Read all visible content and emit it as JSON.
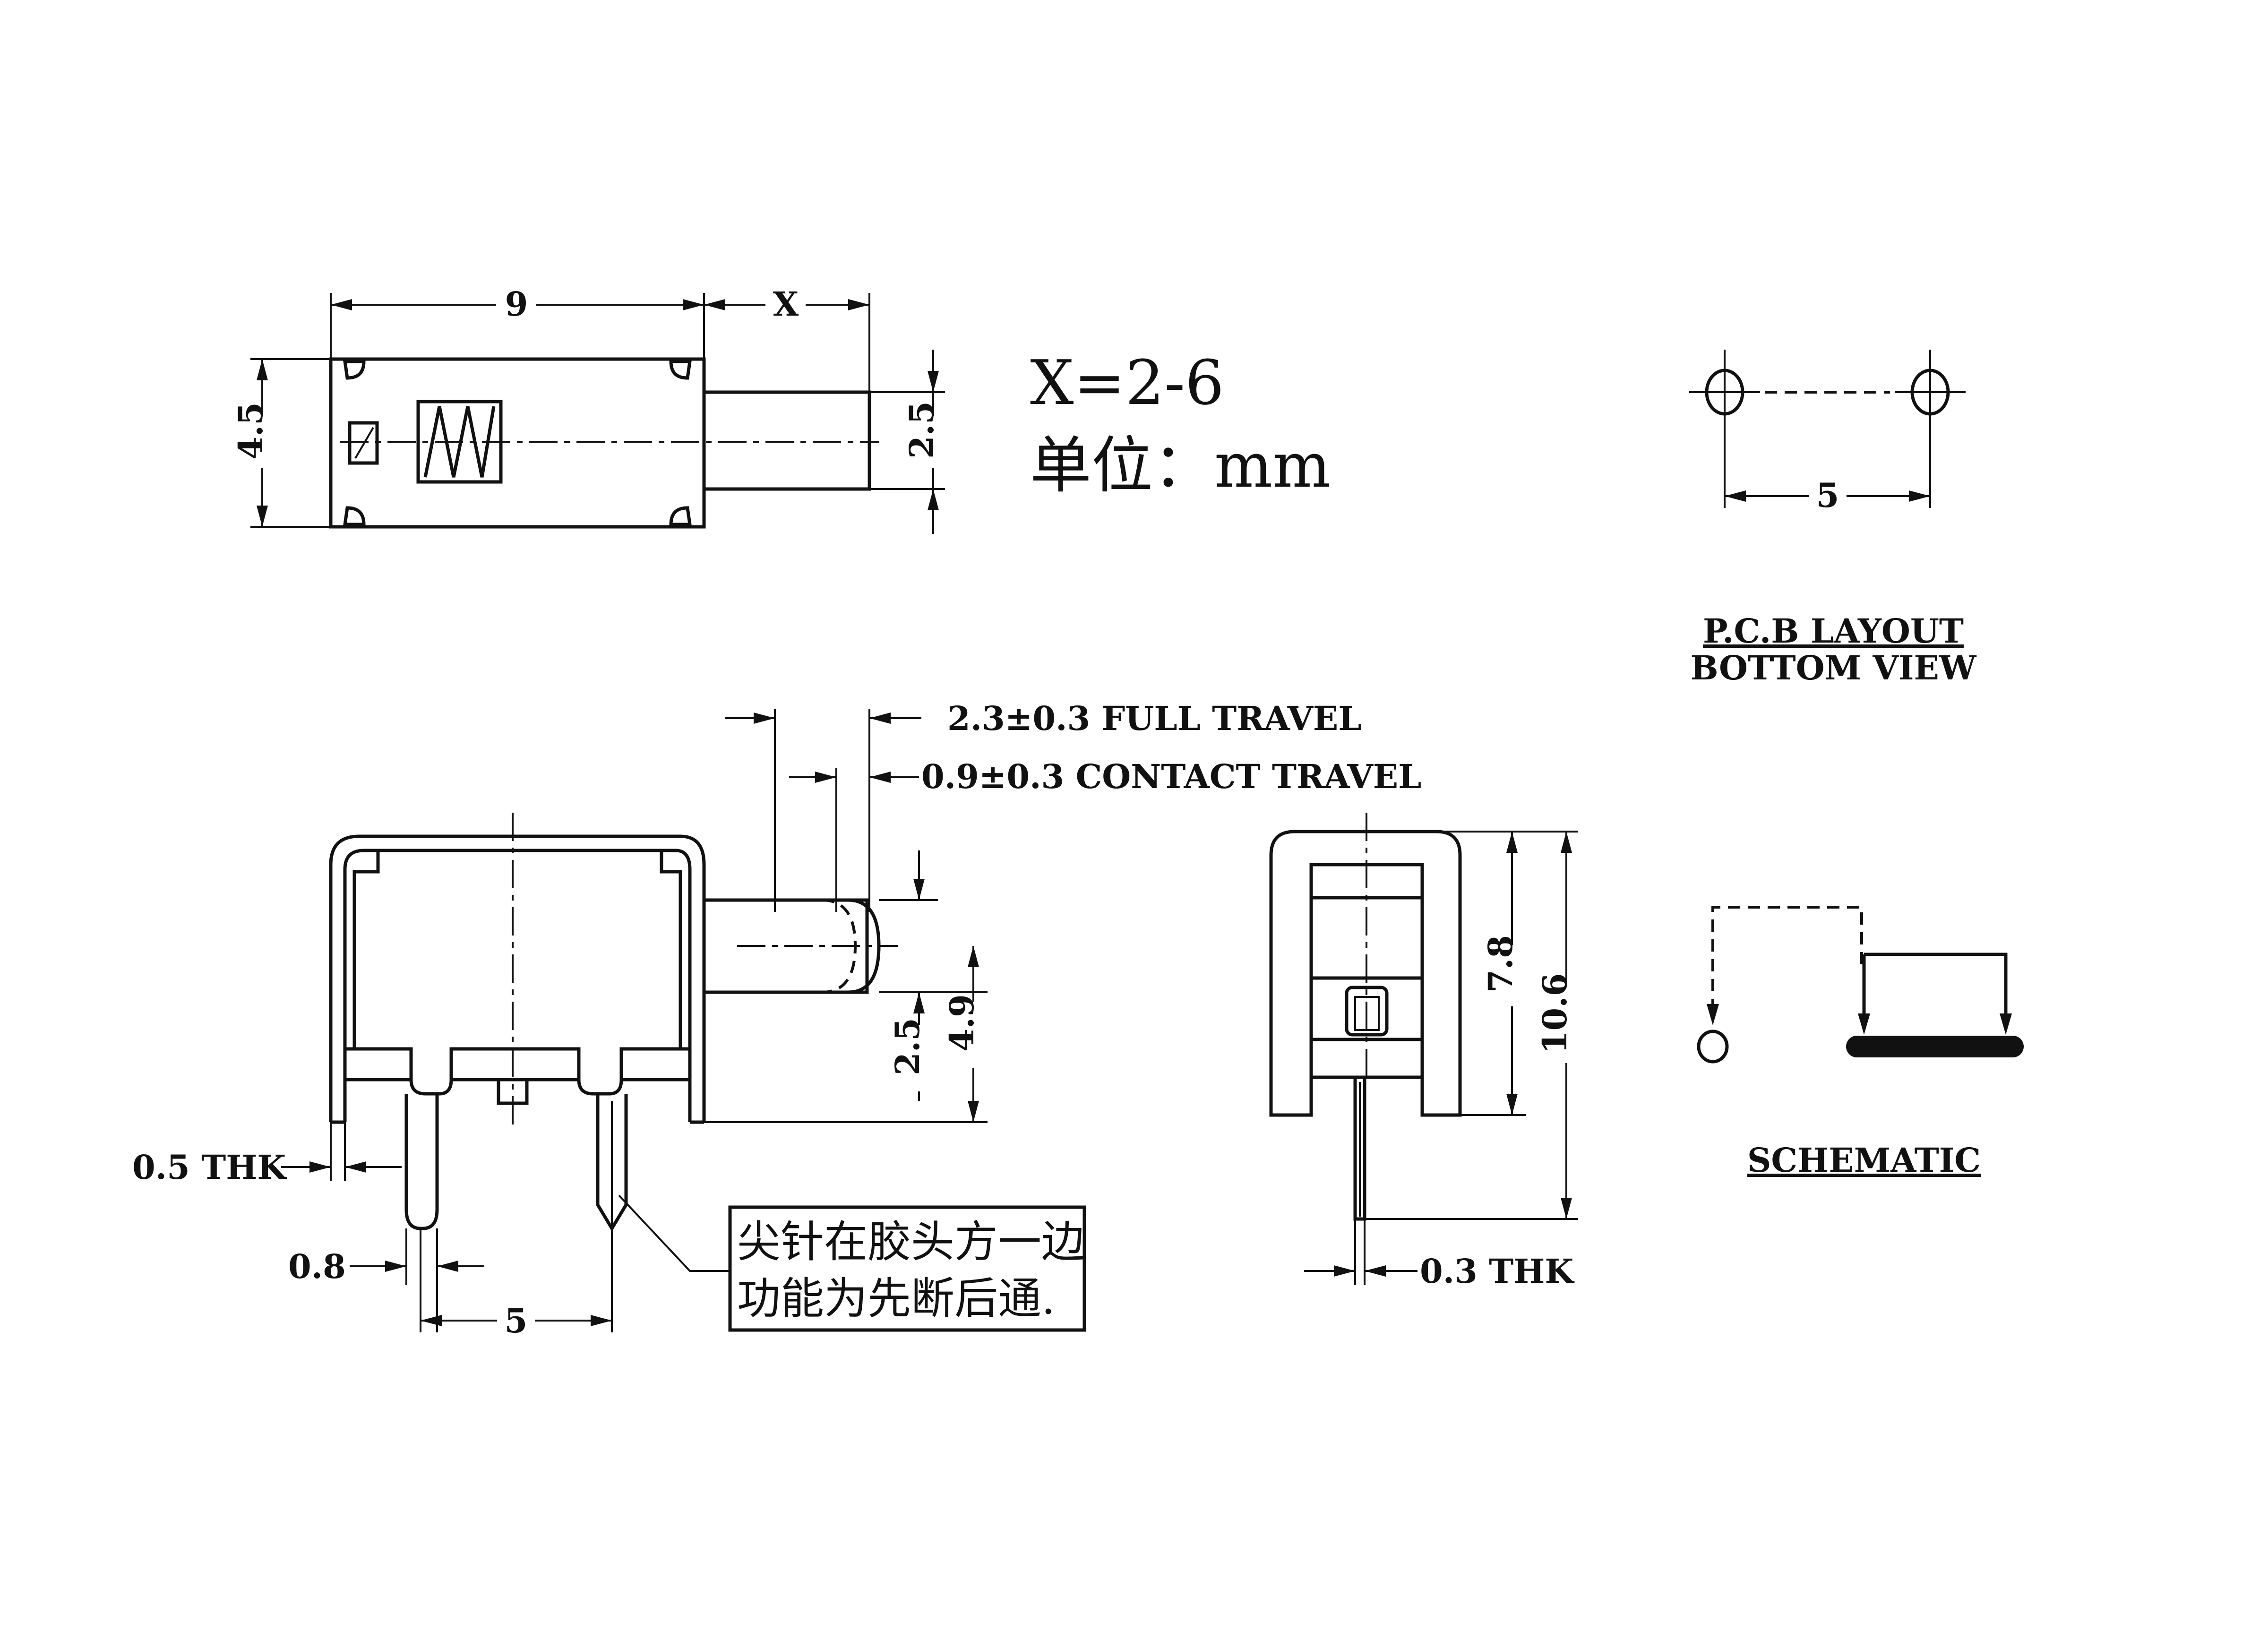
{
  "top_view": {
    "dim_length": "9",
    "dim_travel": "X",
    "dim_height": "4.5",
    "dim_actuator": "2.5"
  },
  "spec": {
    "x_range": "X=2-6",
    "unit": "单位：mm"
  },
  "pcb_layout": {
    "pitch": "5",
    "title_line1": "P.C.B LAYOUT",
    "title_line2": "BOTTOM VIEW"
  },
  "front_view": {
    "full_travel": "2.3±0.3 FULL TRAVEL",
    "contact_travel": "0.9±0.3 CONTACT TRAVEL",
    "dim_actuator": "2.5",
    "dim_height": "4.9",
    "thickness": "0.5 THK",
    "pin_width": "0.8",
    "pin_pitch": "5",
    "note_line1": "尖针在胶头方一边",
    "note_line2": "功能为先断后通."
  },
  "side_view": {
    "dim_body": "7.8",
    "dim_total": "10.6",
    "thickness": "0.3 THK"
  },
  "schematic": {
    "title": "SCHEMATIC"
  }
}
